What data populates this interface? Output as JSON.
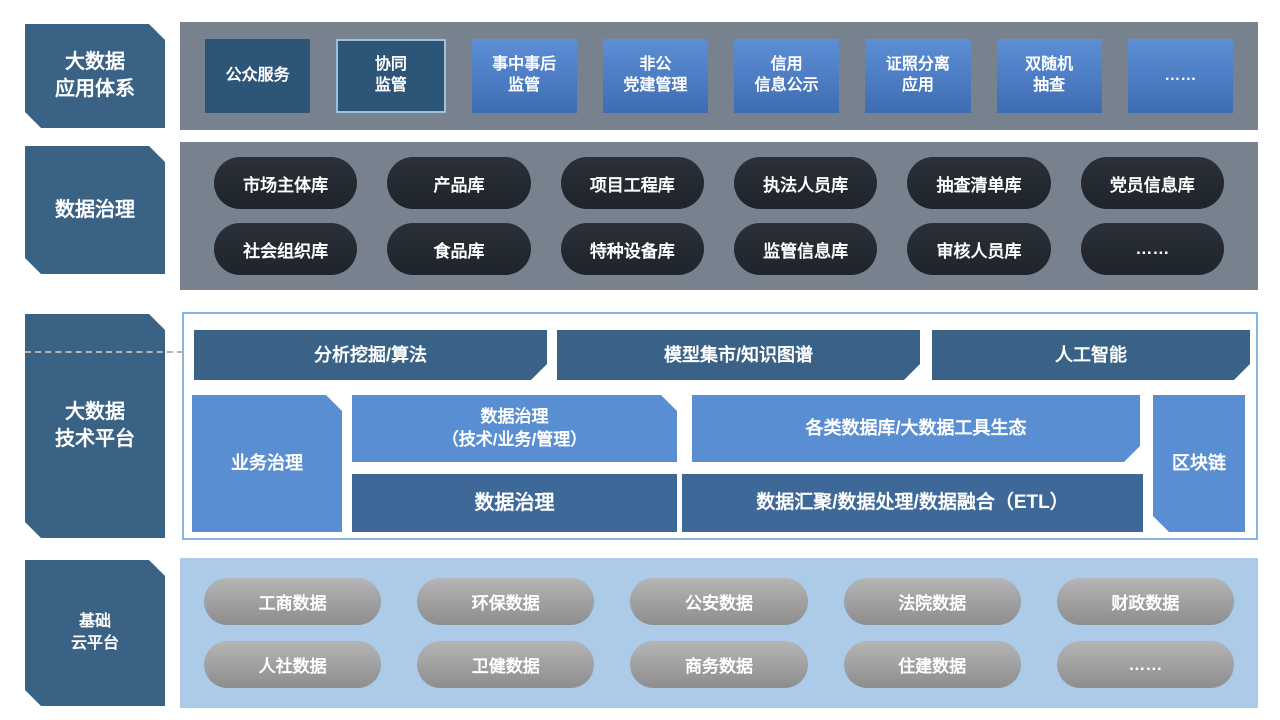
{
  "colors": {
    "label_blue": "#3a6285",
    "container_gray": "#78828f",
    "navy_block": "#2d5578",
    "blue_block_top": "#5d8fd6",
    "blue_block_bottom": "#3e6cb2",
    "dark_pill": "#23282f",
    "medium_blue": "#5a8ed2",
    "dark_banner": "#3a6186",
    "dark_inner_block": "#3d6897",
    "light_blue_container": "#abcbe9",
    "gray_pill": "#9c9c9c",
    "tech_border": "#88b5e0"
  },
  "app": {
    "label": "大数据\n应用体系",
    "items": [
      {
        "label": "公众服务"
      },
      {
        "label": "协同\n监管"
      },
      {
        "label": "事中事后\n监管"
      },
      {
        "label": "非公\n党建管理"
      },
      {
        "label": "信用\n信息公示"
      },
      {
        "label": "证照分离\n应用"
      },
      {
        "label": "双随机\n抽查"
      },
      {
        "label": "……"
      }
    ]
  },
  "governance": {
    "label": "数据治理",
    "row1": [
      "市场主体库",
      "产品库",
      "项目工程库",
      "执法人员库",
      "抽查清单库",
      "党员信息库"
    ],
    "row2": [
      "社会组织库",
      "食品库",
      "特种设备库",
      "监管信息库",
      "审核人员库",
      "……"
    ]
  },
  "tech": {
    "label": "大数据\n技术平台",
    "banners": [
      "分析挖掘/算法",
      "模型集市/知识图谱",
      "人工智能"
    ],
    "left_block": "业务治理",
    "mid_top": "数据治理\n（技术/业务/管理）",
    "mid_bottom": "数据治理",
    "right_top": "各类数据库/大数据工具生态",
    "right_bottom": "数据汇聚/数据处理/数据融合（ETL）",
    "right_block": "区块链"
  },
  "cloud": {
    "label": "基础\n云平台",
    "row1": [
      "工商数据",
      "环保数据",
      "公安数据",
      "法院数据",
      "财政数据"
    ],
    "row2": [
      "人社数据",
      "卫健数据",
      "商务数据",
      "住建数据",
      "……"
    ]
  }
}
